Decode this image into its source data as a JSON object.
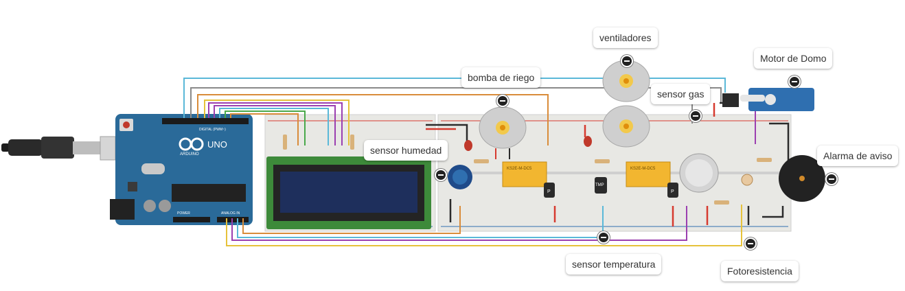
{
  "labels": {
    "humidity_sensor": "sensor humedad",
    "irrigation_pump": "bomba de riego",
    "fans": "ventiladores",
    "gas_sensor": "sensor gas",
    "dome_motor": "Motor de Domo",
    "alarm": "Alarma de aviso",
    "temperature_sensor": "sensor temperatura",
    "photoresistor": "Fotoresistencia"
  },
  "arduino": {
    "logo_text": "UNO",
    "brand": "ARDUINO",
    "digital_header": "DIGITAL (PWM~)",
    "power_header": "POWER",
    "analog_header": "ANALOG IN"
  },
  "relays": {
    "left_label": "KS2E-M-DC5",
    "right_label": "KS2E-M-DC5"
  },
  "transistors": {
    "left": "P",
    "middle": "TMP",
    "right": "P"
  },
  "colors": {
    "arduino_board": "#2a6a99",
    "breadboard": "#e8e8e4",
    "lcd_frame": "#3d8a3a",
    "lcd_screen": "#1e2f5c",
    "wire_red": "#d63a2f",
    "wire_black": "#2b2b2b",
    "wire_yellow": "#e6c23a",
    "wire_purple": "#9b3fb0",
    "wire_cyan": "#5ab8d8",
    "wire_orange": "#d98c3a",
    "wire_green": "#49a84a",
    "wire_grey": "#8a8a8a"
  }
}
